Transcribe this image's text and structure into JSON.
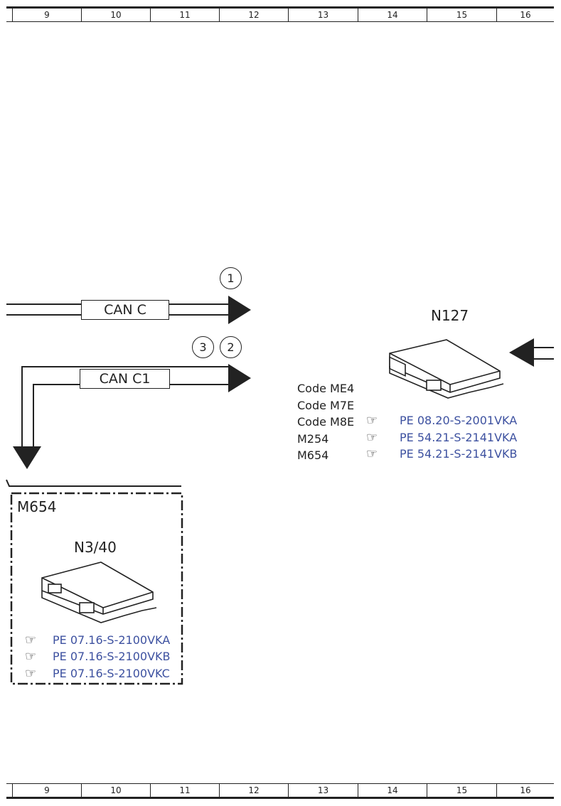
{
  "grid": {
    "columns": [
      "9",
      "10",
      "11",
      "12",
      "13",
      "14",
      "15",
      "16"
    ]
  },
  "bus_lines": [
    {
      "label": "CAN C",
      "markers": [
        "1"
      ]
    },
    {
      "label": "CAN C1",
      "markers": [
        "3",
        "2"
      ]
    }
  ],
  "n127": {
    "title": "N127",
    "codes": [
      "Code ME4",
      "Code M7E",
      "Code M8E",
      "M254",
      "M654"
    ],
    "references": [
      "PE 08.20-S-2001VKA",
      "PE 54.21-S-2141VKA",
      "PE 54.21-S-2141VKB"
    ]
  },
  "m654_group": {
    "label": "M654",
    "component": "N3/40",
    "references": [
      "PE 07.16-S-2100VKA",
      "PE 07.16-S-2100VKB",
      "PE 07.16-S-2100VKC"
    ]
  },
  "icons": {
    "reference": "pointing-hand-icon",
    "ecu": "control-unit-icon"
  },
  "colors": {
    "reference_link": "#3d51a0",
    "line": "#222222"
  }
}
